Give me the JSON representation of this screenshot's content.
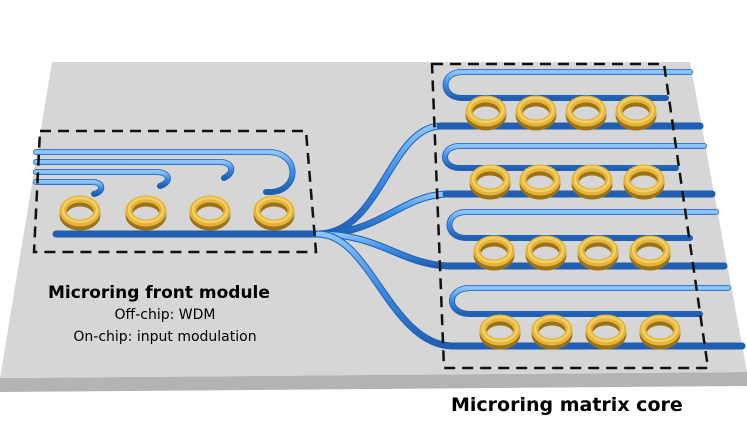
{
  "labels": {
    "front_module_title": "Microring front module",
    "front_module_line1": "Off-chip: WDM",
    "front_module_line2": "On-chip: input modulation",
    "matrix_core_title": "Microring matrix core"
  },
  "colors": {
    "chip_surface": "#d6d6d6",
    "chip_edge": "#b3b3b3",
    "waveguide": "#3d8fe6",
    "waveguide_highlight": "#8cc4ff",
    "ring_gold": "#e4b33a",
    "ring_dark": "#9b7217",
    "ring_face": "#f4cf63",
    "dashed_border": "#111111"
  },
  "front_module": {
    "ring_count": 4
  },
  "matrix_core": {
    "rows": 4,
    "rings_per_row": 4
  }
}
